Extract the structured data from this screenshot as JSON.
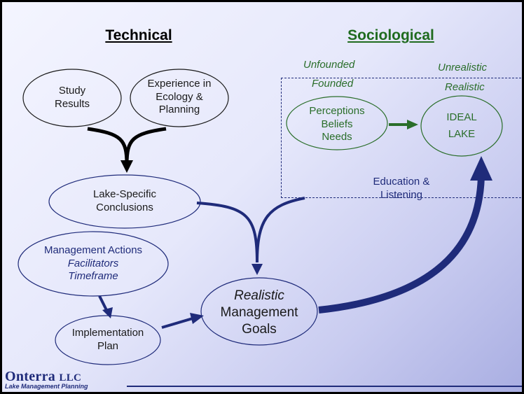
{
  "headings": {
    "technical": "Technical",
    "sociological": "Sociological"
  },
  "qualifiers": {
    "unfounded": "Unfounded",
    "founded": "Founded",
    "unrealistic": "Unrealistic",
    "realistic": "Realistic"
  },
  "nodes": {
    "study_results": "Study\nResults",
    "experience": "Experience in\nEcology &\nPlanning",
    "conclusions": "Lake-Specific\nConclusions",
    "management_actions": "Management Actions",
    "facilitators": "Facilitators",
    "timeframe": "Timeframe",
    "implementation": "Implementation\nPlan",
    "realistic_goals_italic": "Realistic",
    "realistic_goals_rest": "Management\nGoals",
    "perceptions": "Perceptions\nBeliefs\nNeeds",
    "ideal_lake": "IDEAL\nLAKE"
  },
  "edge_labels": {
    "education": "Education &\nListening"
  },
  "logo": {
    "name": "Onterra",
    "suffix": "LLC",
    "tagline": "Lake Management Planning"
  },
  "colors": {
    "navy": "#1f2b7a",
    "green": "#2a6e2a",
    "black": "#000000"
  }
}
